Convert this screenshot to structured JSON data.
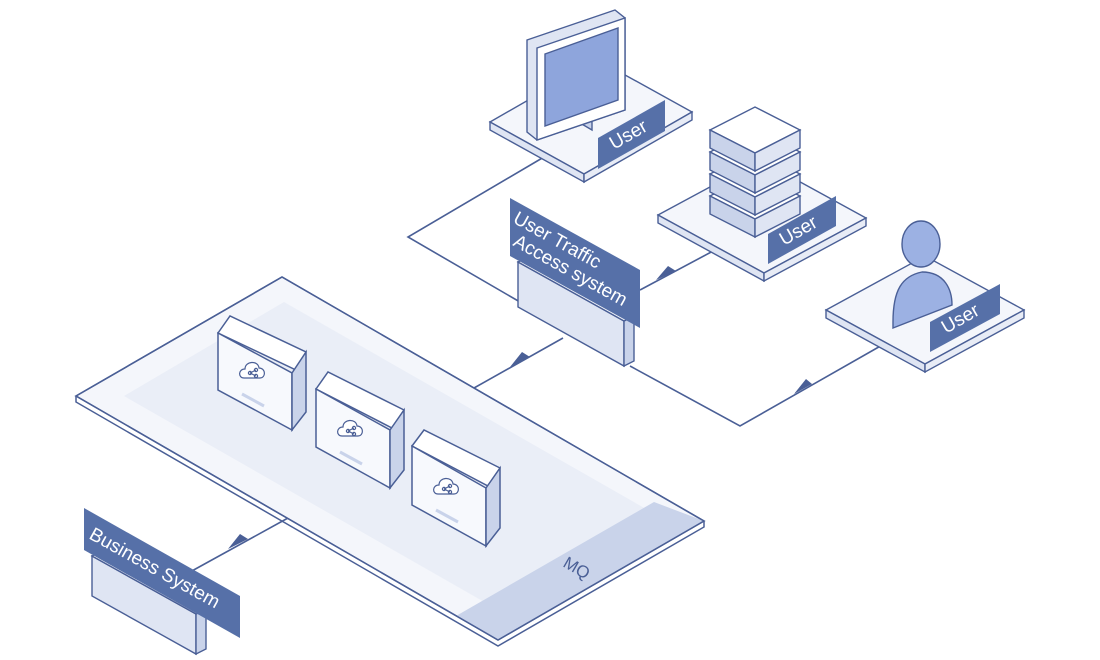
{
  "colors": {
    "stroke": "#4a5f96",
    "label_bg": "#5670a8",
    "panel_fill": "#f4f6fb",
    "panel_inner": "#eaeef7",
    "accent_fill": "#c9d3ea",
    "screen_fill": "#8ea5dc",
    "person_fill": "#9cb1e3"
  },
  "diagram": {
    "nodes": {
      "user_monitor": {
        "label": "User",
        "icon": "monitor-icon"
      },
      "user_server": {
        "label": "User",
        "icon": "server-stack-icon"
      },
      "user_person": {
        "label": "User",
        "icon": "person-icon"
      },
      "traffic_system": {
        "label_line1": "User Traffic",
        "label_line2": "Access system"
      },
      "mq": {
        "label": "MQ",
        "cards": [
          {
            "icon": "cloud-network-icon"
          },
          {
            "icon": "cloud-network-icon"
          },
          {
            "icon": "cloud-network-icon"
          }
        ]
      },
      "business_system": {
        "label": "Business System"
      }
    }
  }
}
